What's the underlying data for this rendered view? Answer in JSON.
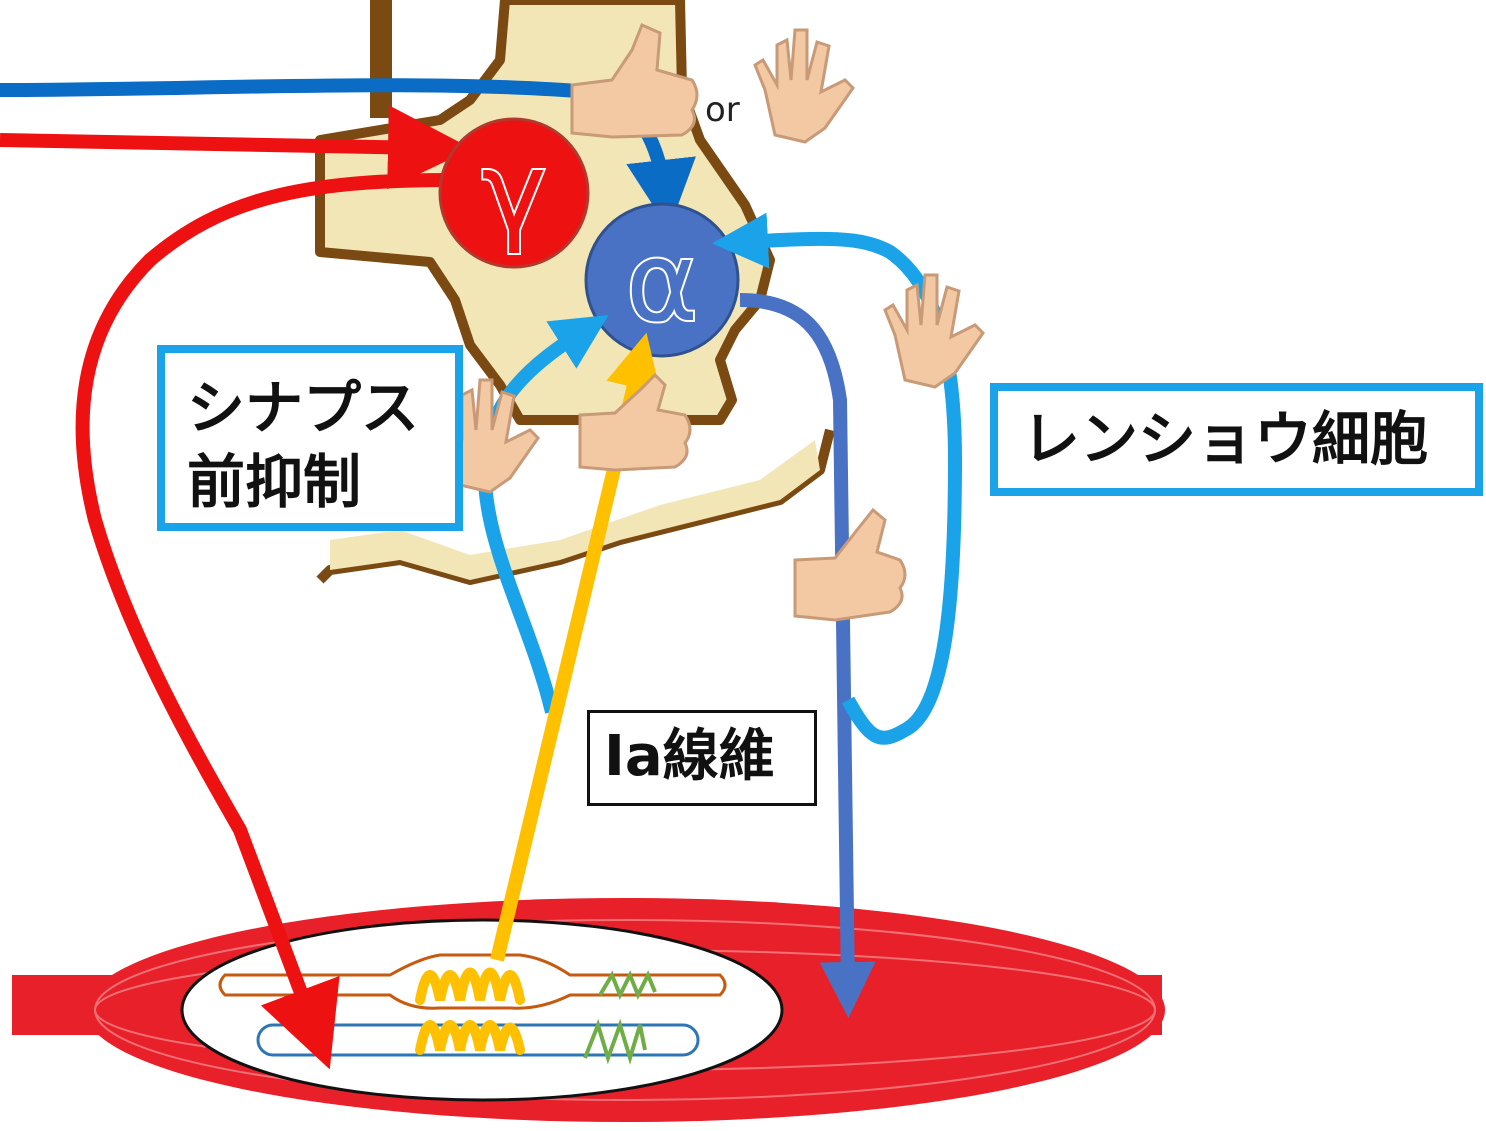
{
  "labels": {
    "gamma": "γ",
    "alpha": "α",
    "or": "or",
    "presynaptic_line1": "シナプス",
    "presynaptic_line2": "前抑制",
    "renshaw": "レンショウ細胞",
    "ia_fiber": "Ia線維"
  },
  "colors": {
    "red": "#ee1111",
    "dark_blue": "#0a6cc4",
    "light_blue": "#1aa3e8",
    "motor_blue": "#4a72c4",
    "yellow": "#ffc000",
    "green": "#70ad47",
    "spinal_cord": "#f3e6b6",
    "spinal_border": "#7a4a12",
    "muscle": "#e8202a"
  },
  "icons": [
    "thumbs-up-hand-icon",
    "open-palm-hand-icon"
  ]
}
